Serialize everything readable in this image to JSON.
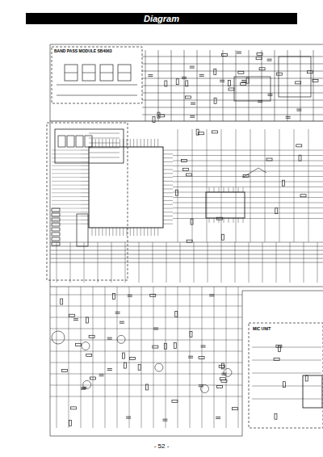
{
  "diagram": {
    "title": "Diagram",
    "nodes": [
      {
        "text": [
          "BAND PASS MODULE SB4063"
        ]
      },
      {
        "text": [
          "MIC UNIT"
        ]
      }
    ],
    "labels": [
      "- 52 -"
    ]
  }
}
